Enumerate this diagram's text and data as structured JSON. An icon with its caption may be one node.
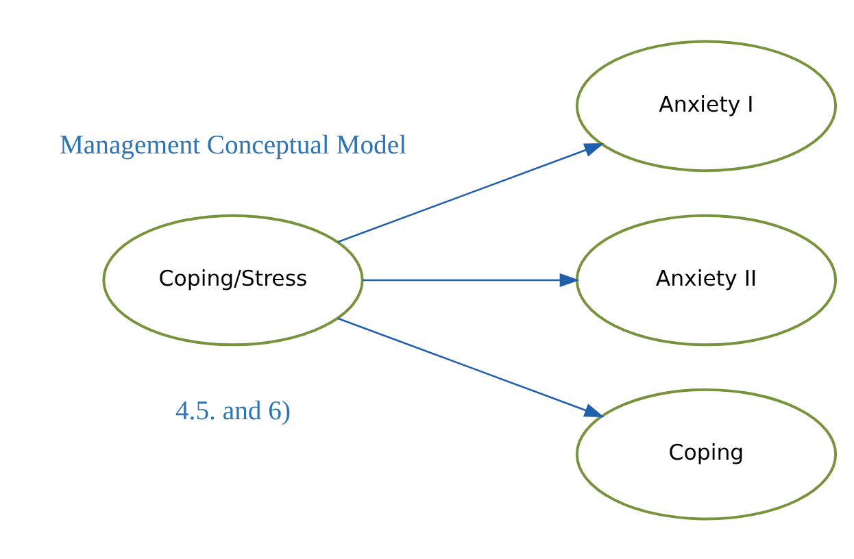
{
  "diagram": {
    "nodes": [
      {
        "text": [
          "Coping/Stress"
        ]
      },
      {
        "text": [
          "Anxiety I"
        ]
      },
      {
        "text": [
          "Anxiety II"
        ]
      },
      {
        "text": [
          "Coping"
        ]
      }
    ],
    "edges": [
      {
        "from": 0,
        "to": 1,
        "arrow": "to"
      },
      {
        "from": 0,
        "to": 2,
        "arrow": "to"
      },
      {
        "from": 0,
        "to": 3,
        "arrow": "to"
      }
    ],
    "labels": [
      "Management Conceptual Model",
      "4.5. and 6)"
    ]
  }
}
